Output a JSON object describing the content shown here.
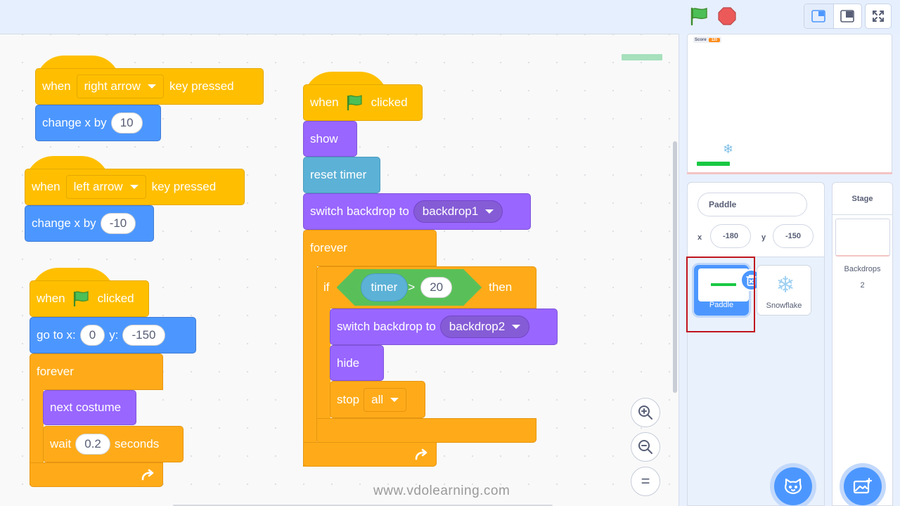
{
  "toolbar": {
    "green_flag_icon": "green-flag-icon",
    "stop_icon": "stop-sign-icon",
    "layout_small_stage_icon": "small-stage-layout-icon",
    "layout_normal_stage_icon": "normal-stage-layout-icon",
    "fullscreen_icon": "fullscreen-icon"
  },
  "scripts": {
    "right_arrow_script": {
      "when": "when",
      "key": "right arrow",
      "key_pressed": "key pressed",
      "change_x_by": "change x by",
      "change_value": "10"
    },
    "left_arrow_script": {
      "when": "when",
      "key": "left arrow",
      "key_pressed": "key pressed",
      "change_x_by": "change x by",
      "change_value": "-10"
    },
    "paddle_flag_script": {
      "when": "when",
      "clicked": "clicked",
      "go_to_x": "go to x:",
      "x_value": "0",
      "y_label": "y:",
      "y_value": "-150",
      "forever": "forever",
      "next_costume": "next costume",
      "wait": "wait",
      "wait_value": "0.2",
      "seconds": "seconds"
    },
    "game_flag_script": {
      "when": "when",
      "clicked": "clicked",
      "show": "show",
      "reset_timer": "reset timer",
      "switch_backdrop_to": "switch backdrop to",
      "backdrop1": "backdrop1",
      "forever": "forever",
      "if": "if",
      "timer": "timer",
      "gt": ">",
      "timer_value": "20",
      "then": "then",
      "switch_backdrop_to_2": "switch backdrop to",
      "backdrop2": "backdrop2",
      "hide": "hide",
      "stop": "stop",
      "stop_option": "all"
    }
  },
  "zoom": {
    "zoom_in_icon": "zoom-in-icon",
    "zoom_out_icon": "zoom-out-icon",
    "zoom_reset_label": "="
  },
  "watermark": "www.vdolearning.com",
  "stage": {
    "score_label": "Score",
    "score_value": "120"
  },
  "sprite_info": {
    "name": "Paddle",
    "x_label": "x",
    "x_value": "-180",
    "y_label": "y",
    "y_value": "-150"
  },
  "sprites": [
    {
      "name": "Paddle",
      "selected": true
    },
    {
      "name": "Snowflake",
      "selected": false
    }
  ],
  "stage_pane": {
    "title": "Stage",
    "backdrops_label": "Backdrops",
    "backdrops_count": "2"
  },
  "colors": {
    "events": "#ffbf00",
    "motion": "#4c97ff",
    "looks": "#9966ff",
    "sensing": "#5cb1d6",
    "control": "#ffab19",
    "operators": "#59c059",
    "highlight": "#c0141d"
  }
}
